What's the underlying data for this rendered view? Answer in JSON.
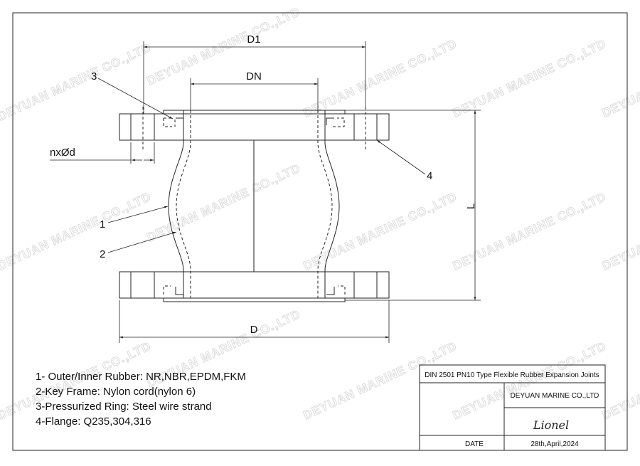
{
  "watermark": "DEYUAN MARINE CO.,LTD",
  "dimensions": {
    "d1": "D1",
    "dn": "DN",
    "d": "D",
    "l": "L",
    "holes": "nxØd"
  },
  "callouts": [
    "1",
    "2",
    "3",
    "4"
  ],
  "legend": [
    "1- Outer/Inner Rubber: NR,NBR,EPDM,FKM",
    "2-Key Frame: Nylon cord(nylon 6)",
    "3-Pressurized Ring: Steel wire strand",
    "4-Flange: Q235,304,316"
  ],
  "title_block": {
    "title": "DIN 2501 PN10 Type Flexible Rubber Expansion Joints",
    "company": "DEYUAN MARINE CO.,LTD",
    "signature": "Lionel",
    "date_label": "DATE",
    "date_value": "28th,April,2024"
  }
}
